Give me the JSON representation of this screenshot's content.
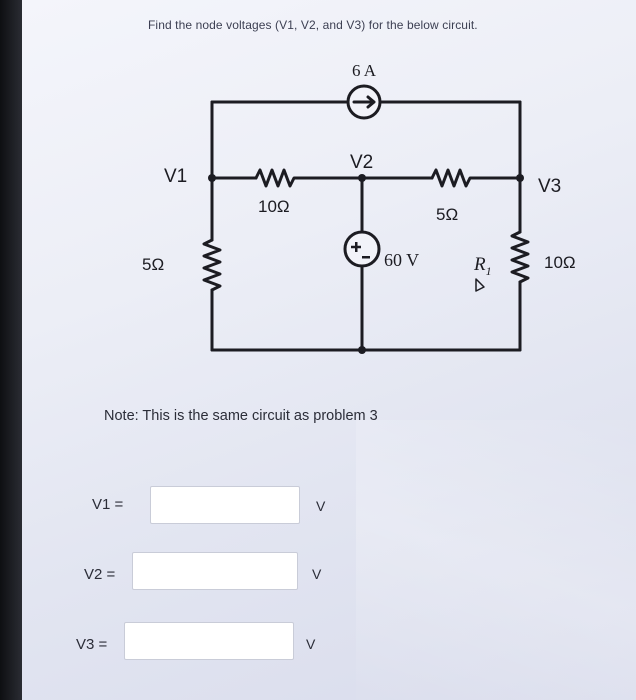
{
  "question": "Find the node voltages (V1, V2, and V3) for the below circuit.",
  "circuit": {
    "current_source": "6 A",
    "node_labels": {
      "v1": "V1",
      "v2": "V2",
      "v3": "V3"
    },
    "resistors": {
      "r_v1_v2": "10Ω",
      "r_v2_v3": "5Ω",
      "r_v1_gnd": "5Ω",
      "r_v3_gnd": "10Ω"
    },
    "voltage_source": "60 V",
    "r1_label": "R",
    "r1_subscript": "1"
  },
  "note": "Note: This is the same circuit as problem 3",
  "answers": [
    {
      "label": "V1 =",
      "value": "",
      "unit": "V"
    },
    {
      "label": "V2 =",
      "value": "",
      "unit": "V"
    },
    {
      "label": "V3 =",
      "value": "",
      "unit": "V"
    }
  ]
}
